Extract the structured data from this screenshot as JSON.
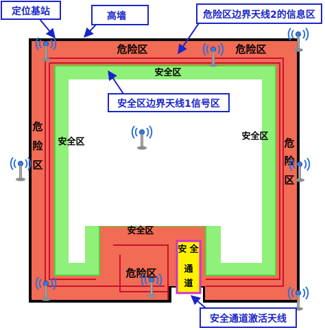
{
  "callouts": {
    "base_station": "定位基站",
    "high_wall": "高墙",
    "danger_edge_antenna2": "危险区边界天线2的信息区",
    "safe_edge_antenna1": "安全区边界天线1信号区",
    "passage_antenna": "安全通道激活天线"
  },
  "zones": {
    "danger_top": "危险区",
    "danger_top_right": "危险区",
    "danger_bottom": "危险区",
    "danger_left": [
      "危",
      "险",
      "区"
    ],
    "danger_right": [
      "危",
      "险",
      "区"
    ],
    "safe_top": "安全区",
    "safe_left": "安全区",
    "safe_right": "安全区",
    "safe_bottom": "安全区",
    "passage": [
      "安",
      "全",
      "通",
      "道"
    ]
  },
  "icons": {
    "antenna": "wifi-antenna-icon"
  },
  "colors": {
    "danger_fill": "#f26b55",
    "danger_line": "#c8102e",
    "safe_fill": "#8ff07a",
    "safe_edge": "#4fd63a",
    "wall": "#000000",
    "callout_border": "#1a24c8",
    "callout_text": "#1a24c8",
    "passage_fill": "#fff200",
    "passage_border": "#cc33cc",
    "antenna_pole": "#9a9a9a",
    "antenna_wave": "#2f6fd6"
  }
}
